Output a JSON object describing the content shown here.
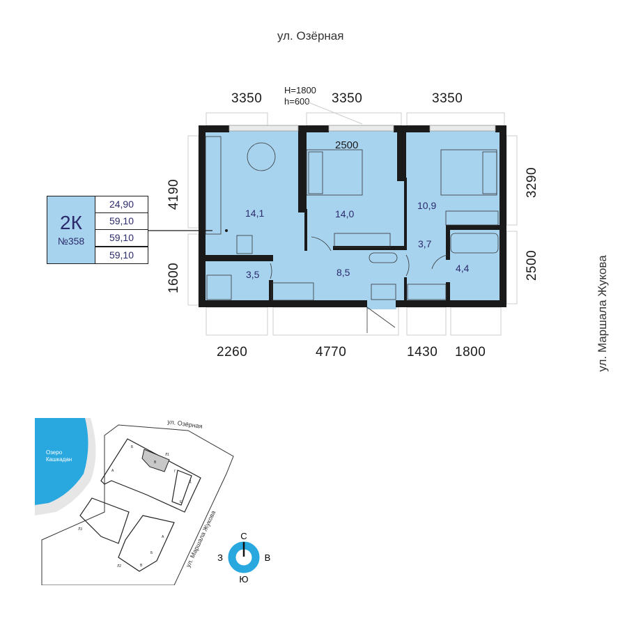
{
  "streets": {
    "top": "ул. Озёрная",
    "right": "ул. Маршала Жукова"
  },
  "dimensions": {
    "top": [
      "3350",
      "3350",
      "3350"
    ],
    "window_height": "H=1800",
    "sill_height": "h=600",
    "left": [
      "4190",
      "1600"
    ],
    "right": [
      "3290",
      "2500"
    ],
    "bottom": [
      "2260",
      "4770",
      "1430",
      "1800"
    ],
    "interior": "2500"
  },
  "apartment": {
    "type": "2К",
    "number": "№358",
    "areas": [
      "24,90",
      "59,10",
      "59,10",
      "59,10"
    ]
  },
  "rooms": [
    {
      "name": "kitchen",
      "area": "14,1"
    },
    {
      "name": "bedroom-1",
      "area": "14,0"
    },
    {
      "name": "bedroom-2",
      "area": "10,9"
    },
    {
      "name": "bathroom-1",
      "area": "3,5"
    },
    {
      "name": "hall",
      "area": "8,5"
    },
    {
      "name": "corridor",
      "area": "3,7"
    },
    {
      "name": "bathroom-2",
      "area": "4,4"
    }
  ],
  "site_plan": {
    "street_top": "ул. Озёрная",
    "street_right": "ул. Маршала Жукова",
    "lake": [
      "Озеро",
      "Кашкадан"
    ],
    "sections": [
      "Б",
      "В",
      "Л1",
      "Г",
      "Д",
      "Е",
      "А",
      "Л3",
      "Л2",
      "А",
      "Б",
      "В"
    ],
    "compass": {
      "n": "С",
      "s": "Ю",
      "w": "З",
      "e": "В"
    }
  },
  "colors": {
    "room_fill": "#a8d3ef",
    "wall": "#1a1a1a",
    "text": "#2b2a6b",
    "lake": "#29a8e0",
    "highlight": "#c8c8c8"
  }
}
